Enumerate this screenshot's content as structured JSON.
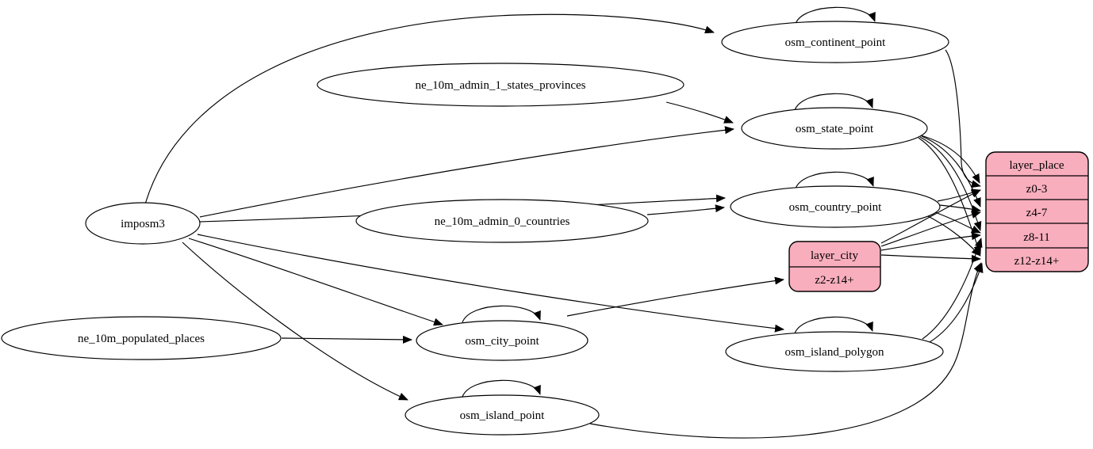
{
  "diagram": {
    "kind": "graphviz-etl-flow",
    "colors": {
      "background": "#ffffff",
      "record_fill": "#f9aebd",
      "ellipse_fill": "#ffffff",
      "stroke": "#000000"
    },
    "nodes": {
      "imposm3": {
        "label": "imposm3"
      },
      "ne_10m_admin_1_states_provinces": {
        "label": "ne_10m_admin_1_states_provinces"
      },
      "ne_10m_admin_0_countries": {
        "label": "ne_10m_admin_0_countries"
      },
      "ne_10m_populated_places": {
        "label": "ne_10m_populated_places"
      },
      "osm_continent_point": {
        "label": "osm_continent_point"
      },
      "osm_state_point": {
        "label": "osm_state_point"
      },
      "osm_country_point": {
        "label": "osm_country_point"
      },
      "osm_city_point": {
        "label": "osm_city_point"
      },
      "osm_island_polygon": {
        "label": "osm_island_polygon"
      },
      "osm_island_point": {
        "label": "osm_island_point"
      }
    },
    "records": {
      "layer_city": {
        "title": "layer_city",
        "rows": [
          "z2-z14+"
        ]
      },
      "layer_place": {
        "title": "layer_place",
        "rows": [
          "z0-3",
          "z4-7",
          "z8-11",
          "z12-z14+"
        ]
      }
    },
    "edges": [
      {
        "from": "imposm3",
        "to": "osm_continent_point"
      },
      {
        "from": "imposm3",
        "to": "osm_state_point"
      },
      {
        "from": "imposm3",
        "to": "osm_country_point"
      },
      {
        "from": "imposm3",
        "to": "osm_city_point"
      },
      {
        "from": "imposm3",
        "to": "osm_island_polygon"
      },
      {
        "from": "imposm3",
        "to": "osm_island_point"
      },
      {
        "from": "ne_10m_admin_1_states_provinces",
        "to": "osm_state_point"
      },
      {
        "from": "ne_10m_admin_0_countries",
        "to": "osm_country_point"
      },
      {
        "from": "ne_10m_populated_places",
        "to": "osm_city_point"
      },
      {
        "from": "osm_continent_point",
        "to": "osm_continent_point"
      },
      {
        "from": "osm_state_point",
        "to": "osm_state_point"
      },
      {
        "from": "osm_country_point",
        "to": "osm_country_point"
      },
      {
        "from": "osm_city_point",
        "to": "osm_city_point"
      },
      {
        "from": "osm_island_polygon",
        "to": "osm_island_polygon"
      },
      {
        "from": "osm_island_point",
        "to": "osm_island_point"
      },
      {
        "from": "osm_continent_point",
        "to": "layer_place",
        "to_row": "z0-3"
      },
      {
        "from": "osm_state_point",
        "to": "layer_place",
        "to_row": "z0-3"
      },
      {
        "from": "osm_state_point",
        "to": "layer_place",
        "to_row": "z4-7"
      },
      {
        "from": "osm_state_point",
        "to": "layer_place",
        "to_row": "z8-11"
      },
      {
        "from": "osm_state_point",
        "to": "layer_place",
        "to_row": "z12-z14+"
      },
      {
        "from": "osm_country_point",
        "to": "layer_place",
        "to_row": "z0-3"
      },
      {
        "from": "osm_country_point",
        "to": "layer_place",
        "to_row": "z4-7"
      },
      {
        "from": "osm_country_point",
        "to": "layer_place",
        "to_row": "z8-11"
      },
      {
        "from": "osm_country_point",
        "to": "layer_place",
        "to_row": "z12-z14+"
      },
      {
        "from": "osm_city_point",
        "to": "layer_city",
        "to_row": "z2-z14+"
      },
      {
        "from": "layer_city",
        "to": "layer_place",
        "to_row": "z0-3"
      },
      {
        "from": "layer_city",
        "to": "layer_place",
        "to_row": "z4-7"
      },
      {
        "from": "layer_city",
        "to": "layer_place",
        "to_row": "z8-11"
      },
      {
        "from": "layer_city",
        "to": "layer_place",
        "to_row": "z12-z14+"
      },
      {
        "from": "osm_island_polygon",
        "to": "layer_place",
        "to_row": "z8-11"
      },
      {
        "from": "osm_island_polygon",
        "to": "layer_place",
        "to_row": "z12-z14+"
      },
      {
        "from": "osm_island_point",
        "to": "layer_place",
        "to_row": "z12-z14+"
      }
    ]
  }
}
